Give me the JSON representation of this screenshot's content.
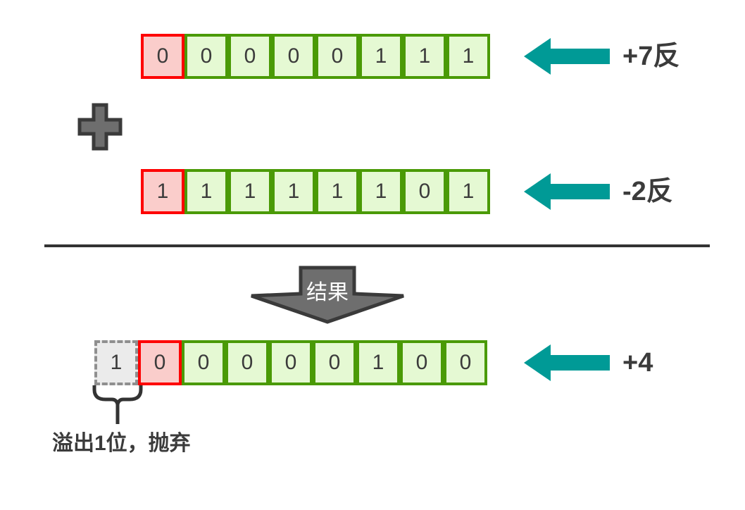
{
  "diagram": {
    "operator": "+",
    "rows": {
      "plus7": {
        "bits": [
          "0",
          "0",
          "0",
          "0",
          "0",
          "1",
          "1",
          "1"
        ],
        "label": "+7反"
      },
      "minus2": {
        "bits": [
          "1",
          "1",
          "1",
          "1",
          "1",
          "1",
          "0",
          "1"
        ],
        "label": "-2反"
      },
      "result": {
        "overflow_bit": "1",
        "bits": [
          "0",
          "0",
          "0",
          "0",
          "0",
          "1",
          "0",
          "0"
        ],
        "label": "+4"
      }
    },
    "result_arrow_text": "结果",
    "overflow_note": "溢出1位，抛弃"
  },
  "colors": {
    "cell_green_border": "#4a9a06",
    "cell_green_fill": "#e5f9d3",
    "cell_red_border": "#fe0000",
    "cell_red_fill": "#facdcb",
    "cell_gray_border": "#8f8f8f",
    "cell_gray_fill": "#ebebeb",
    "arrow_teal": "#009a96",
    "shape_gray": "#6e6e6e",
    "shape_border": "#3a3a3a",
    "text_dark": "#3b3b3b",
    "divider": "#333333"
  }
}
